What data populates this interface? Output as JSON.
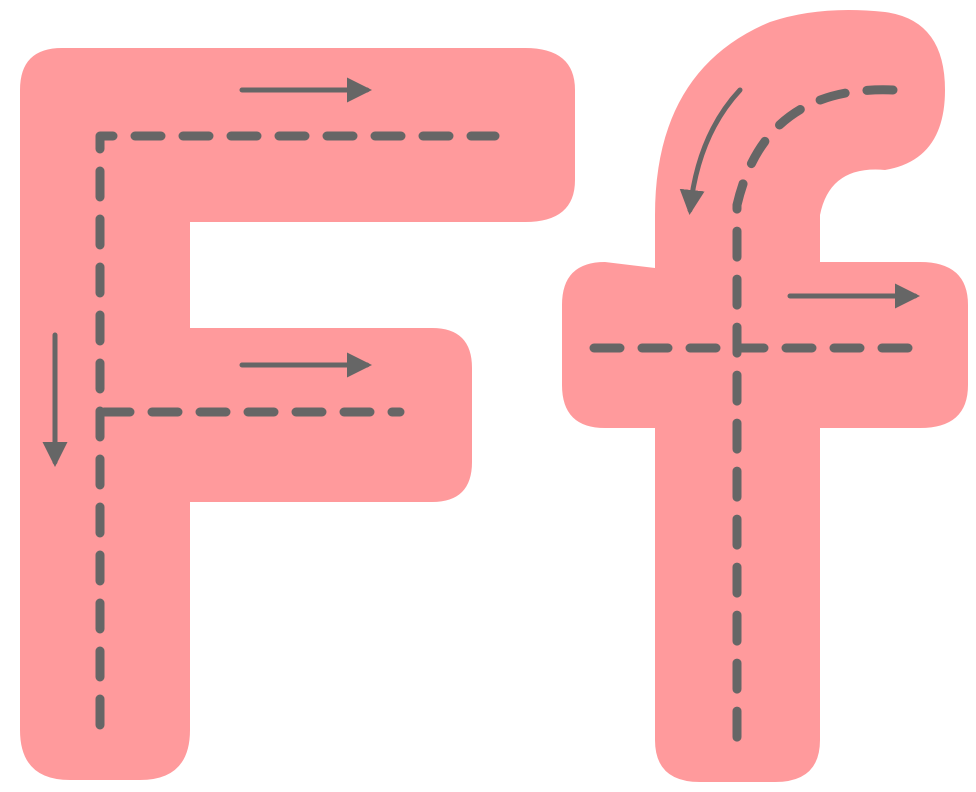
{
  "worksheet": {
    "letters": [
      {
        "glyph": "F",
        "case": "uppercase"
      },
      {
        "glyph": "f",
        "case": "lowercase"
      }
    ],
    "colors": {
      "letter_fill": "#FF9A9C",
      "guide_stroke": "#666666",
      "background": "#FFFFFF"
    },
    "icons": [
      "arrow-right-icon",
      "arrow-down-icon",
      "arrow-curved-down-left-icon"
    ]
  }
}
